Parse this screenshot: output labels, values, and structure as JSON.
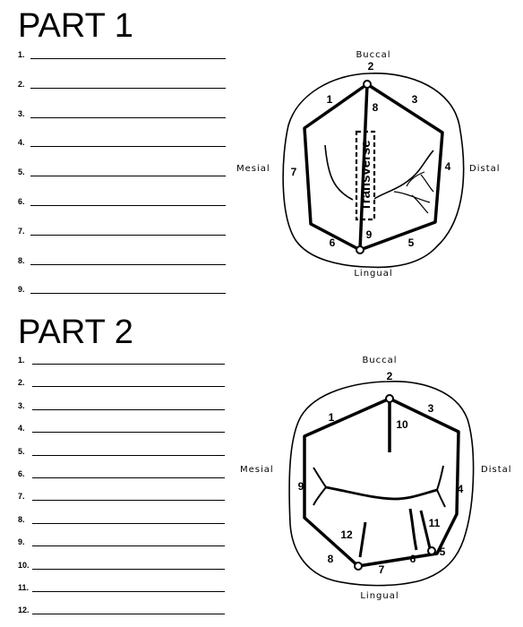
{
  "part1": {
    "title": "PART 1",
    "answers": [
      "1.",
      "2.",
      "3.",
      "4.",
      "5.",
      "6.",
      "7.",
      "8.",
      "9."
    ],
    "diagram": {
      "buccal": "Buccal",
      "lingual": "Lingual",
      "mesial": "Mesial",
      "distal": "Distal",
      "transverse": "Transverse",
      "numbers": [
        "1",
        "2",
        "3",
        "4",
        "5",
        "6",
        "7",
        "8",
        "9"
      ]
    }
  },
  "part2": {
    "title": "PART 2",
    "answers": [
      "1.",
      "2.",
      "3.",
      "4.",
      "5.",
      "6.",
      "7.",
      "8.",
      "9.",
      "10.",
      "11.",
      "12."
    ],
    "diagram": {
      "buccal": "Buccal",
      "lingual": "Lingual",
      "mesial": "Mesial",
      "distal": "Distal",
      "numbers": [
        "1",
        "2",
        "3",
        "4",
        "5",
        "6",
        "7",
        "8",
        "9",
        "10",
        "11",
        "12"
      ]
    }
  }
}
